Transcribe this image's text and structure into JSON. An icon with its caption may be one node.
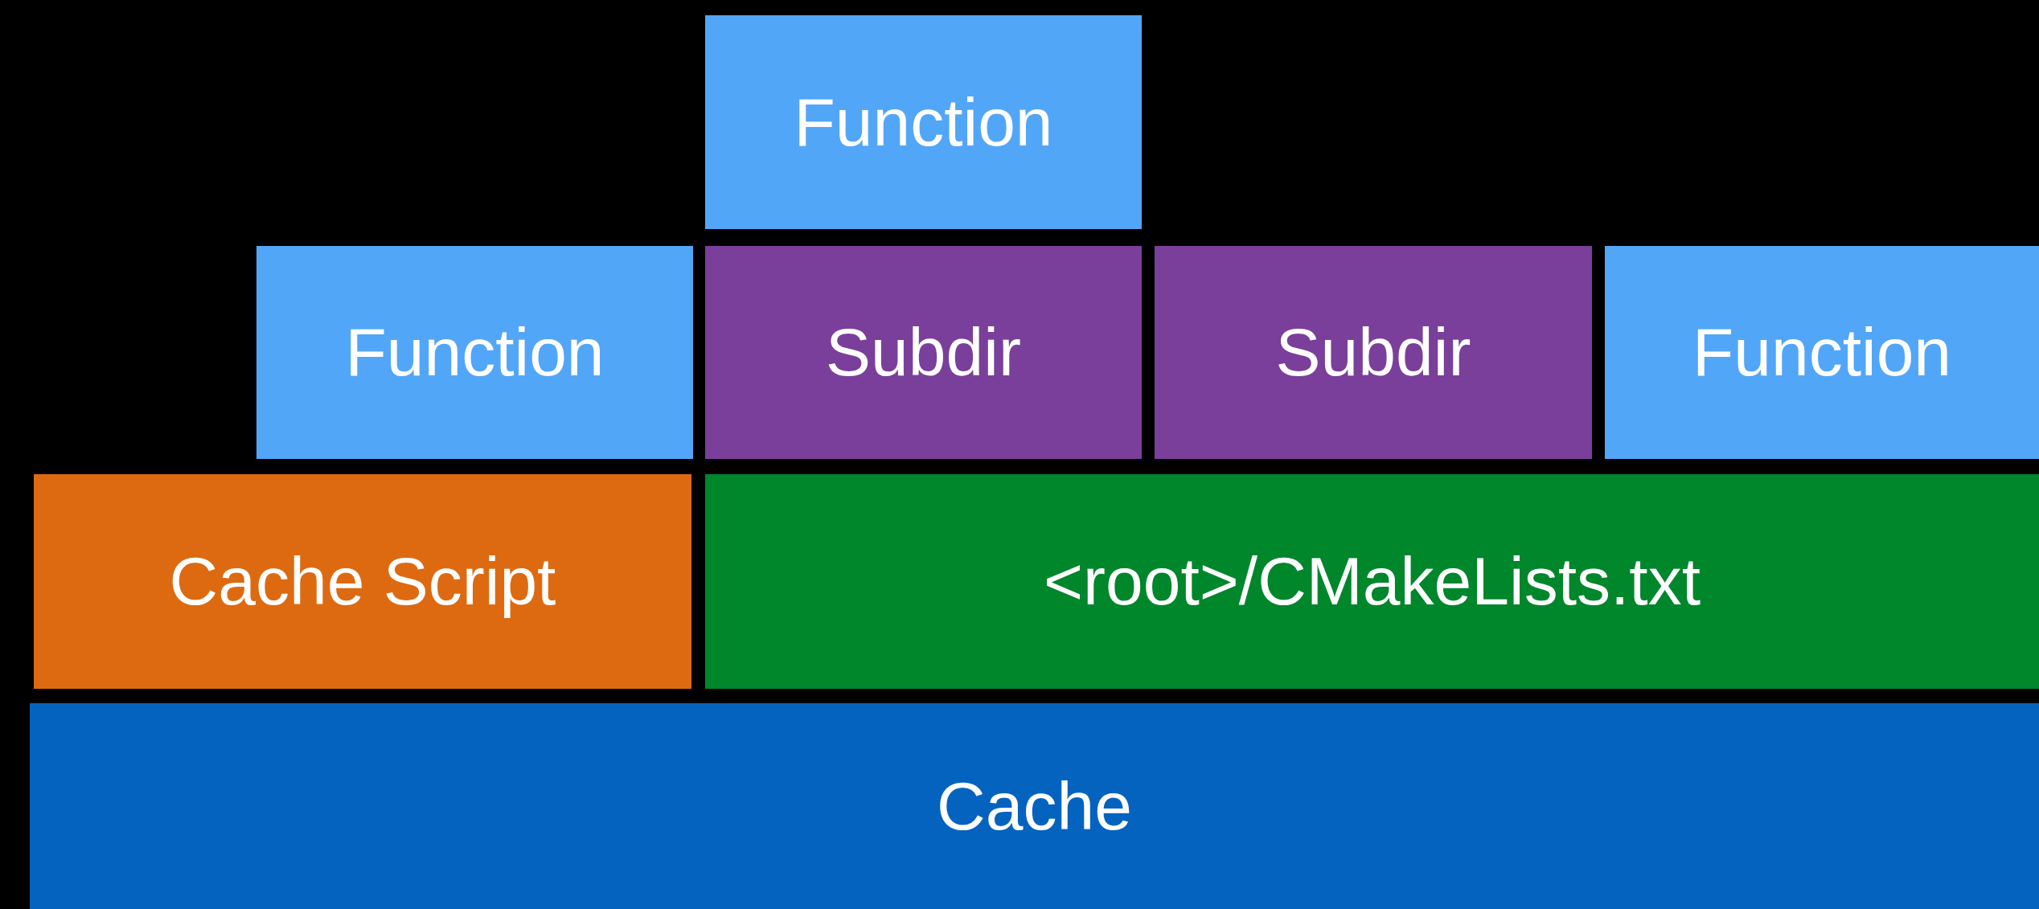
{
  "diagram": {
    "nodes": [
      {
        "text": [
          "Function"
        ]
      },
      {
        "text": [
          "Function"
        ]
      },
      {
        "text": [
          "Subdir"
        ]
      },
      {
        "text": [
          "Subdir"
        ]
      },
      {
        "text": [
          "Function"
        ]
      },
      {
        "text": [
          "Cache Script"
        ]
      },
      {
        "text": [
          "<root>/CMakeLists.txt"
        ]
      },
      {
        "text": [
          "Cache"
        ]
      }
    ]
  }
}
